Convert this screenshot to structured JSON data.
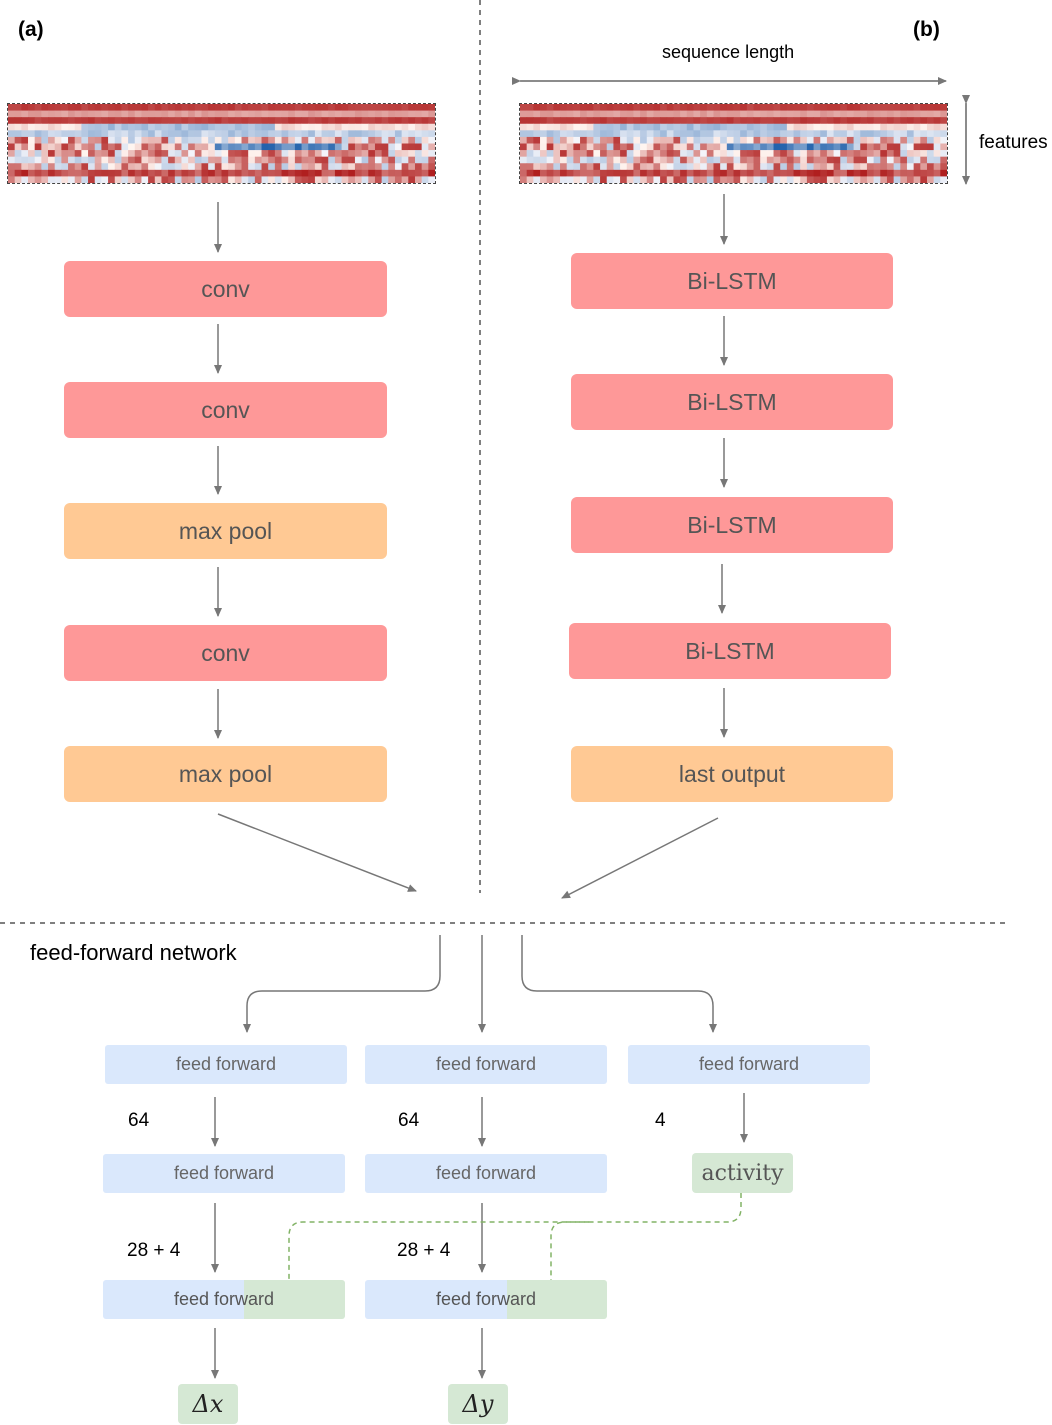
{
  "panel_a": {
    "label": "(a)",
    "layers": [
      "conv",
      "conv",
      "max pool",
      "conv",
      "max pool"
    ]
  },
  "panel_b": {
    "label": "(b)",
    "axis_horizontal": "sequence length",
    "axis_vertical": "features",
    "layers": [
      "Bi-LSTM",
      "Bi-LSTM",
      "Bi-LSTM",
      "Bi-LSTM",
      "last output"
    ]
  },
  "ffn": {
    "title": "feed-forward network",
    "block_label": "feed forward",
    "dims": {
      "x_first": "64",
      "y_first": "64",
      "activity_first": "4",
      "x_second": "28 + 4",
      "y_second": "28 + 4"
    },
    "activity_label": "activity",
    "outputs": {
      "dx": "Δx",
      "dy": "Δy"
    }
  },
  "colors": {
    "layer_red": "#fe9898",
    "layer_orange": "#ffc994",
    "ffn_blue": "#dae8fc",
    "ffn_green": "#d5e8d4",
    "arrow_gray": "#777777",
    "dashed_green": "#82b366"
  }
}
